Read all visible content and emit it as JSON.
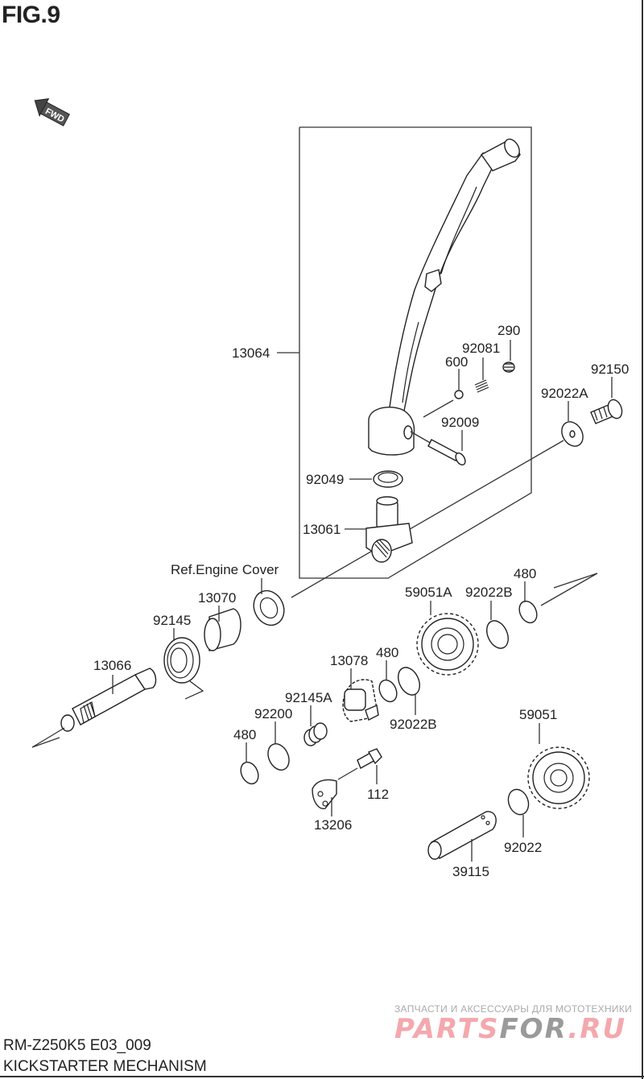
{
  "figure": {
    "title": "FIG.9",
    "fwd_label": "FWD",
    "model_code": "RM-Z250K5 E03_009",
    "section_name": "KICKSTARTER MECHANISM"
  },
  "parts": {
    "p13064": "13064",
    "p290": "290",
    "p92081": "92081",
    "p600": "600",
    "p92150": "92150",
    "p92022A": "92022A",
    "p92009": "92009",
    "p92049": "92049",
    "p13061": "13061",
    "ref_engine_cover": "Ref.Engine Cover",
    "p13070": "13070",
    "p92145": "92145",
    "p13066": "13066",
    "p59051A": "59051A",
    "p92022B_top": "92022B",
    "p480_top": "480",
    "p13078": "13078",
    "p480_mid": "480",
    "p92145A": "92145A",
    "p92022B_mid": "92022B",
    "p92200": "92200",
    "p480_low": "480",
    "p112": "112",
    "p13206": "13206",
    "p59051": "59051",
    "p92022": "92022",
    "p39115": "39115"
  },
  "watermark": {
    "tagline": "ЗАПЧАСТИ И АКСЕССУАРЫ ДЛЯ МОТОТЕХНИКИ",
    "logo_part1": "PARTS",
    "logo_part2": "FOR",
    "logo_part3": ".RU"
  }
}
